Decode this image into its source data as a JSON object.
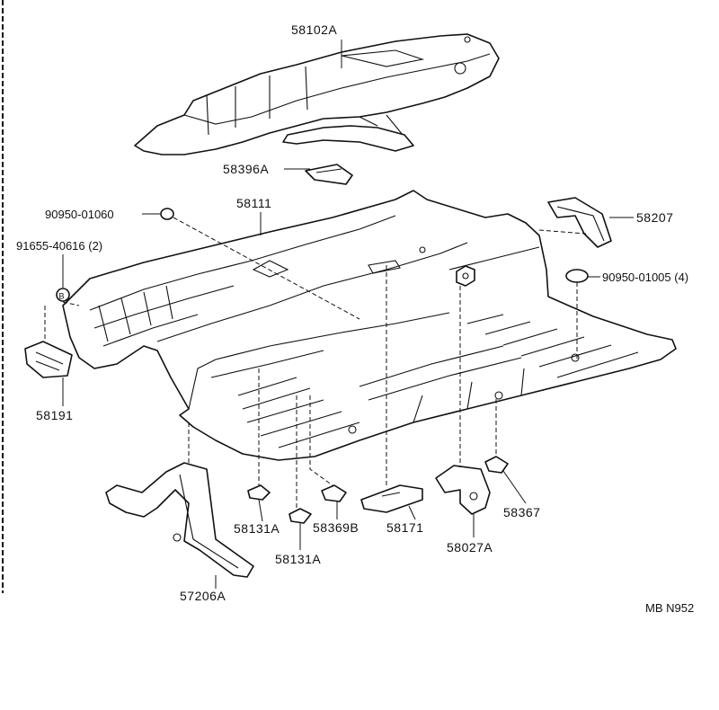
{
  "parts": {
    "p58102A": "58102A",
    "p58396A": "58396A",
    "p90950_01060": "90950-01060",
    "p58111": "58111",
    "p58207": "58207",
    "p91655_40616": "91655-40616 (2)",
    "p90950_01005": "90950-01005 (4)",
    "p58191": "58191",
    "p58131A_1": "58131A",
    "p58131A_2": "58131A",
    "p58369B": "58369B",
    "p58171": "58171",
    "p58027A": "58027A",
    "p58367": "58367",
    "p57206A": "57206A",
    "bolt_marker": "B"
  },
  "figure_code": "MB N952"
}
